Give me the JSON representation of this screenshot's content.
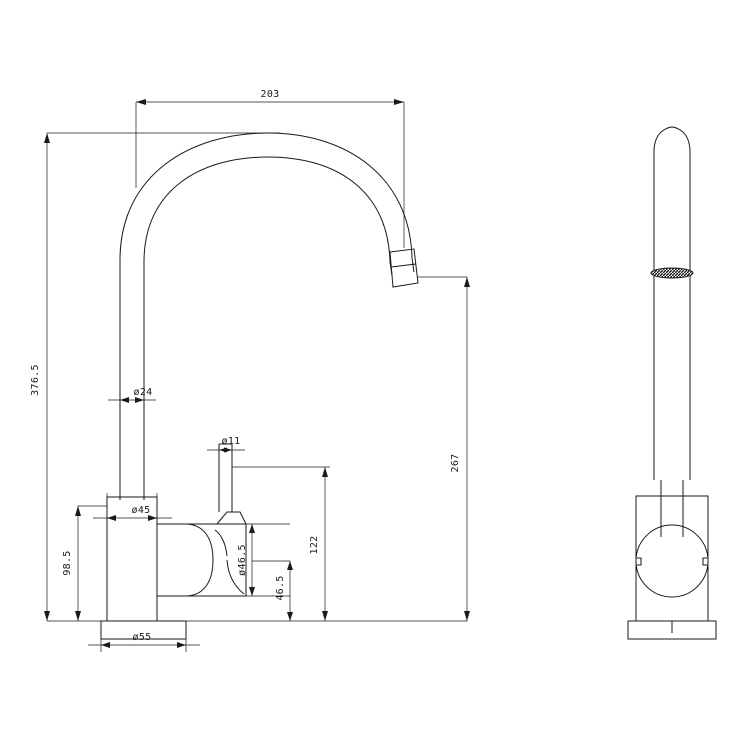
{
  "drawing": {
    "title": "Kitchen mixer tap dimensional drawing",
    "background_color": "#ffffff",
    "line_color": "#1a1a1a",
    "units": "mm",
    "views": [
      {
        "name": "front-elevation",
        "label": ""
      },
      {
        "name": "side-elevation",
        "label": ""
      }
    ],
    "dimensions": {
      "spout_reach": "203",
      "overall_height": "376.5",
      "spout_outlet_height": "267",
      "lever_height": "122",
      "body_height": "98.5",
      "ball_center_height": "46.5",
      "spout_tube_diameter": "ø24",
      "body_diameter": "ø45",
      "base_diameter": "ø55",
      "lever_diameter": "ø11",
      "ball_diameter": "ø46.5"
    }
  }
}
